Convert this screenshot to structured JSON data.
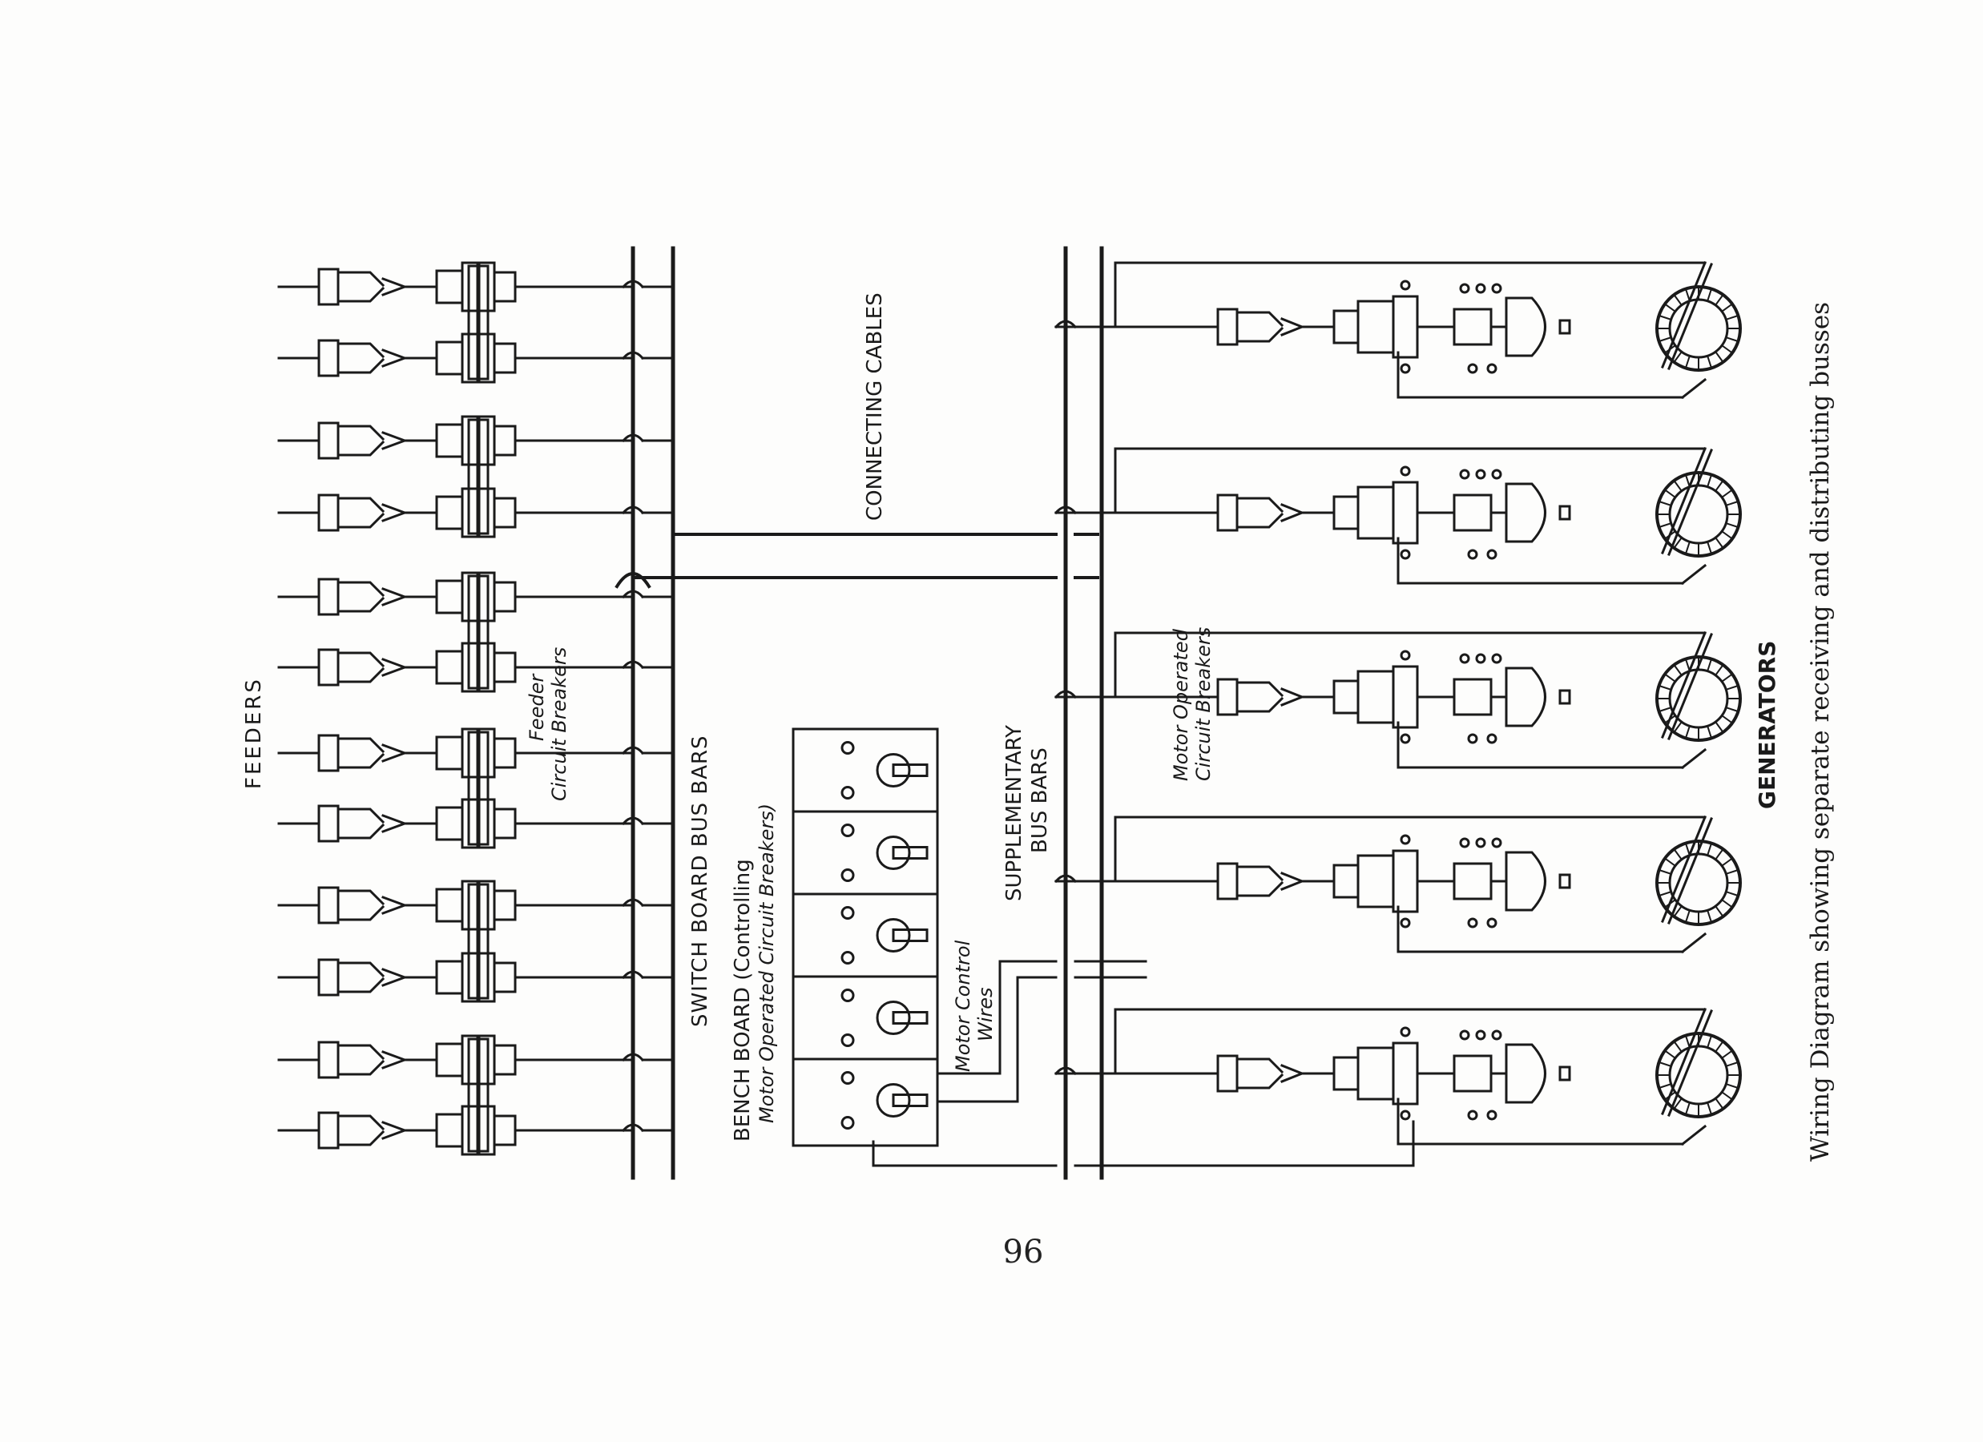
{
  "page": {
    "number": "96"
  },
  "diagram": {
    "caption": "Wiring Diagram showing separate receiving and distributing busses",
    "labels": {
      "feeders": "FEEDERS",
      "feeder_breakers": [
        "Feeder",
        "Circuit Breakers"
      ],
      "switch_board_bus_bars": "SWITCH BOARD BUS BARS",
      "bench_board": [
        "BENCH BOARD (Controlling",
        "Motor Operated Circuit Breakers)"
      ],
      "connecting_cables": "CONNECTING CABLES",
      "motor_control_wires": [
        "Motor Control",
        "Wires"
      ],
      "supplementary_bus_bars": [
        "SUPPLEMENTARY",
        "BUS BARS"
      ],
      "motor_breakers": [
        "Motor Operated",
        "Circuit Breakers"
      ],
      "generators": "GENERATORS"
    },
    "counts": {
      "feeders": 12,
      "generators": 5,
      "bench_board_panels": 5
    },
    "colors": {
      "ink": "#1a1a1a",
      "paper": "#fdfdfc"
    }
  }
}
